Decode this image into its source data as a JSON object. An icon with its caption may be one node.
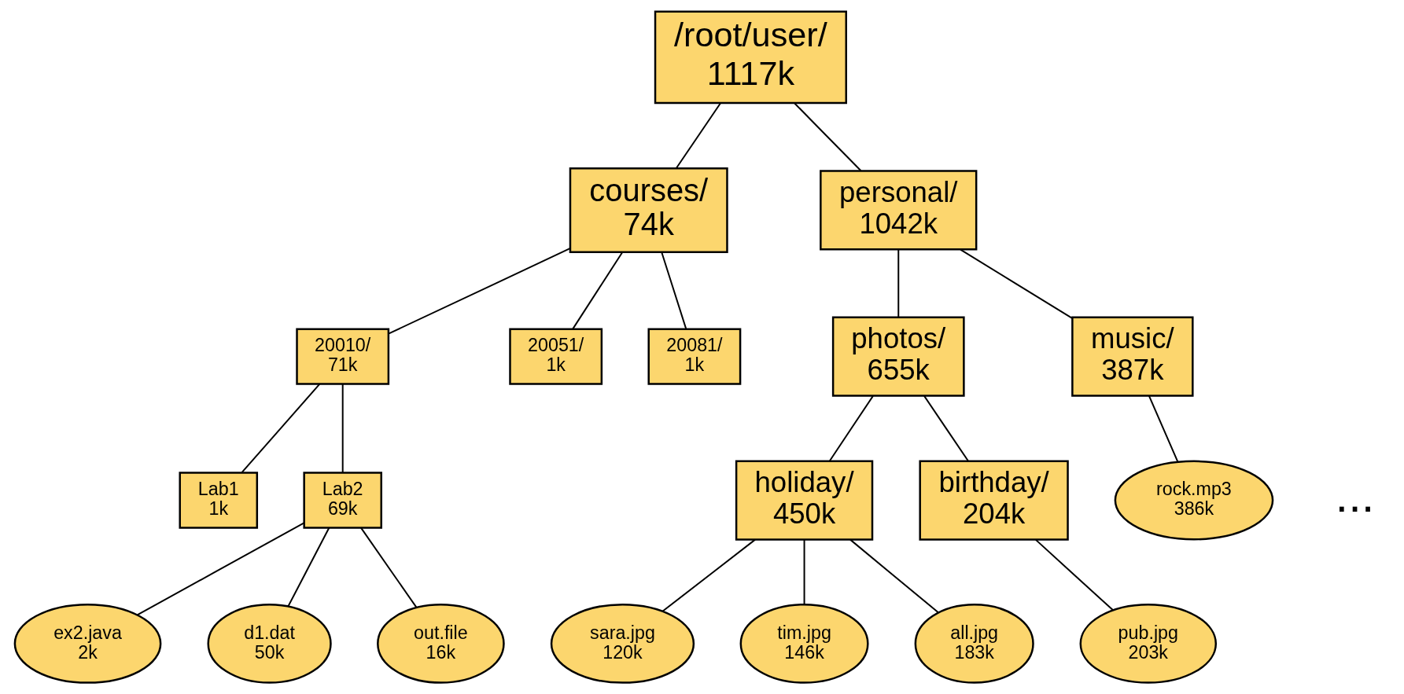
{
  "diagram": {
    "nodes": [
      {
        "text": [
          "/root/user/",
          "1117k"
        ]
      },
      {
        "text": [
          "courses/",
          "74k"
        ]
      },
      {
        "text": [
          "personal/",
          "1042k"
        ]
      },
      {
        "text": [
          "20010/",
          "71k"
        ]
      },
      {
        "text": [
          "20051/",
          "1k"
        ]
      },
      {
        "text": [
          "20081/",
          "1k"
        ]
      },
      {
        "text": [
          "photos/",
          "655k"
        ]
      },
      {
        "text": [
          "music/",
          "387k"
        ]
      },
      {
        "text": [
          "Lab1",
          "1k"
        ]
      },
      {
        "text": [
          "Lab2",
          "69k"
        ]
      },
      {
        "text": [
          "holiday/",
          "450k"
        ]
      },
      {
        "text": [
          "birthday/",
          "204k"
        ]
      },
      {
        "text": [
          "rock.mp3",
          "386k"
        ]
      },
      {
        "text": [
          "ex2.java",
          "2k"
        ]
      },
      {
        "text": [
          "d1.dat",
          "50k"
        ]
      },
      {
        "text": [
          "out.file",
          "16k"
        ]
      },
      {
        "text": [
          "sara.jpg",
          "120k"
        ]
      },
      {
        "text": [
          "tim.jpg",
          "146k"
        ]
      },
      {
        "text": [
          "all.jpg",
          "183k"
        ]
      },
      {
        "text": [
          "pub.jpg",
          "203k"
        ]
      }
    ],
    "edges": [
      {
        "from": 0,
        "to": 1,
        "arrow": "none"
      },
      {
        "from": 0,
        "to": 2,
        "arrow": "none"
      },
      {
        "from": 1,
        "to": 3,
        "arrow": "none"
      },
      {
        "from": 1,
        "to": 4,
        "arrow": "none"
      },
      {
        "from": 1,
        "to": 5,
        "arrow": "none"
      },
      {
        "from": 2,
        "to": 6,
        "arrow": "none"
      },
      {
        "from": 2,
        "to": 7,
        "arrow": "none"
      },
      {
        "from": 3,
        "to": 8,
        "arrow": "none"
      },
      {
        "from": 3,
        "to": 9,
        "arrow": "none"
      },
      {
        "from": 6,
        "to": 10,
        "arrow": "none"
      },
      {
        "from": 6,
        "to": 11,
        "arrow": "none"
      },
      {
        "from": 7,
        "to": 12,
        "arrow": "none"
      },
      {
        "from": 9,
        "to": 13,
        "arrow": "none"
      },
      {
        "from": 9,
        "to": 14,
        "arrow": "none"
      },
      {
        "from": 9,
        "to": 15,
        "arrow": "none"
      },
      {
        "from": 10,
        "to": 16,
        "arrow": "none"
      },
      {
        "from": 10,
        "to": 17,
        "arrow": "none"
      },
      {
        "from": 10,
        "to": 18,
        "arrow": "none"
      },
      {
        "from": 11,
        "to": 19,
        "arrow": "none"
      }
    ],
    "labels": [
      "..."
    ]
  }
}
